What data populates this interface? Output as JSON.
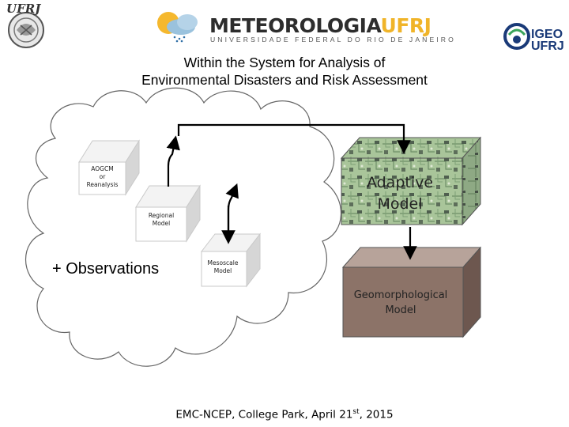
{
  "header": {
    "ufrj_logo_text": "UFRJ",
    "brand_main": "METEOROLOGIA",
    "brand_accent": "UFRJ",
    "brand_sub": "UNIVERSIDADE FEDERAL DO RIO DE JANEIRO",
    "igeo_line1": "IGEO",
    "igeo_line2": "UFRJ"
  },
  "title": {
    "line1": "Within the System for Analysis of",
    "line2": "Environmental Disasters and Risk Assessment"
  },
  "diagram": {
    "box_aogcm": [
      "AOGCM",
      "or",
      "Reanalysis"
    ],
    "box_regional": [
      "Regional",
      "Model"
    ],
    "box_mesoscale": [
      "Mesoscale",
      "Model"
    ],
    "observations": "+ Observations",
    "adaptive": [
      "Adaptive",
      "Model"
    ],
    "geomorph": [
      "Geomorphological",
      "Model"
    ]
  },
  "footer": {
    "text_before": "EMC-NCEP, College Park, April 21",
    "sup": "st",
    "text_after": ", 2015"
  },
  "colors": {
    "brand_accent": "#f0b429",
    "igeo_blue": "#1a3a78",
    "geomorph_front": "#8c7368",
    "circuit_green": "#a9c59a"
  }
}
